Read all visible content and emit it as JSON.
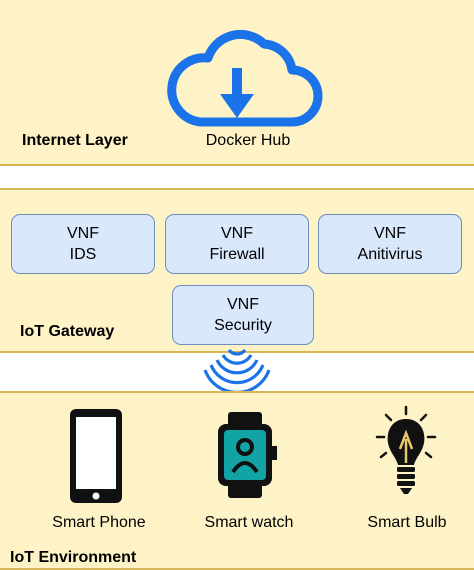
{
  "layers": {
    "internet": {
      "title": "Internet Layer",
      "node_label": "Docker Hub",
      "icon": "cloud-download-icon"
    },
    "gateway": {
      "title": "IoT Gateway",
      "vnfs": [
        {
          "line1": "VNF",
          "line2": "IDS"
        },
        {
          "line1": "VNF",
          "line2": "Firewall"
        },
        {
          "line1": "VNF",
          "line2": "Anitivirus"
        },
        {
          "line1": "VNF",
          "line2": "Security"
        }
      ],
      "wireless_icon": "wireless-signal-icon"
    },
    "environment": {
      "title": "IoT Environment",
      "devices": [
        {
          "label": "Smart Phone",
          "icon": "smartphone-icon"
        },
        {
          "label": "Smart watch",
          "icon": "smartwatch-icon"
        },
        {
          "label": "Smart Bulb",
          "icon": "light-bulb-icon"
        }
      ]
    }
  },
  "colors": {
    "layer_fill": "#fef3c7",
    "layer_border": "#d6b656",
    "vnf_fill": "#dae8fc",
    "vnf_border": "#6c8ebf",
    "cloud_blue": "#1a73e8",
    "watch_teal": "#12a4a4",
    "wireless_blue": "#1a73e8"
  }
}
